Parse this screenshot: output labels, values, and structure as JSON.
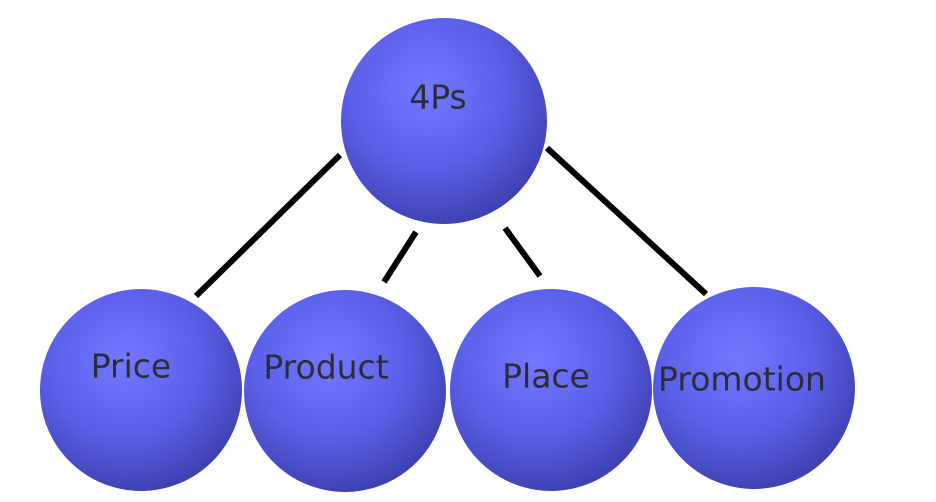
{
  "diagram": {
    "root": {
      "label": "4Ps"
    },
    "children": [
      {
        "label": "Price"
      },
      {
        "label": "Product"
      },
      {
        "label": "Place"
      },
      {
        "label": "Promotion"
      }
    ]
  },
  "colors": {
    "sphere_light": "#7378ff",
    "sphere_mid": "#5a5fe8",
    "sphere_dark": "#3a3da8",
    "line": "#000000",
    "text": "#2b2b3a"
  }
}
